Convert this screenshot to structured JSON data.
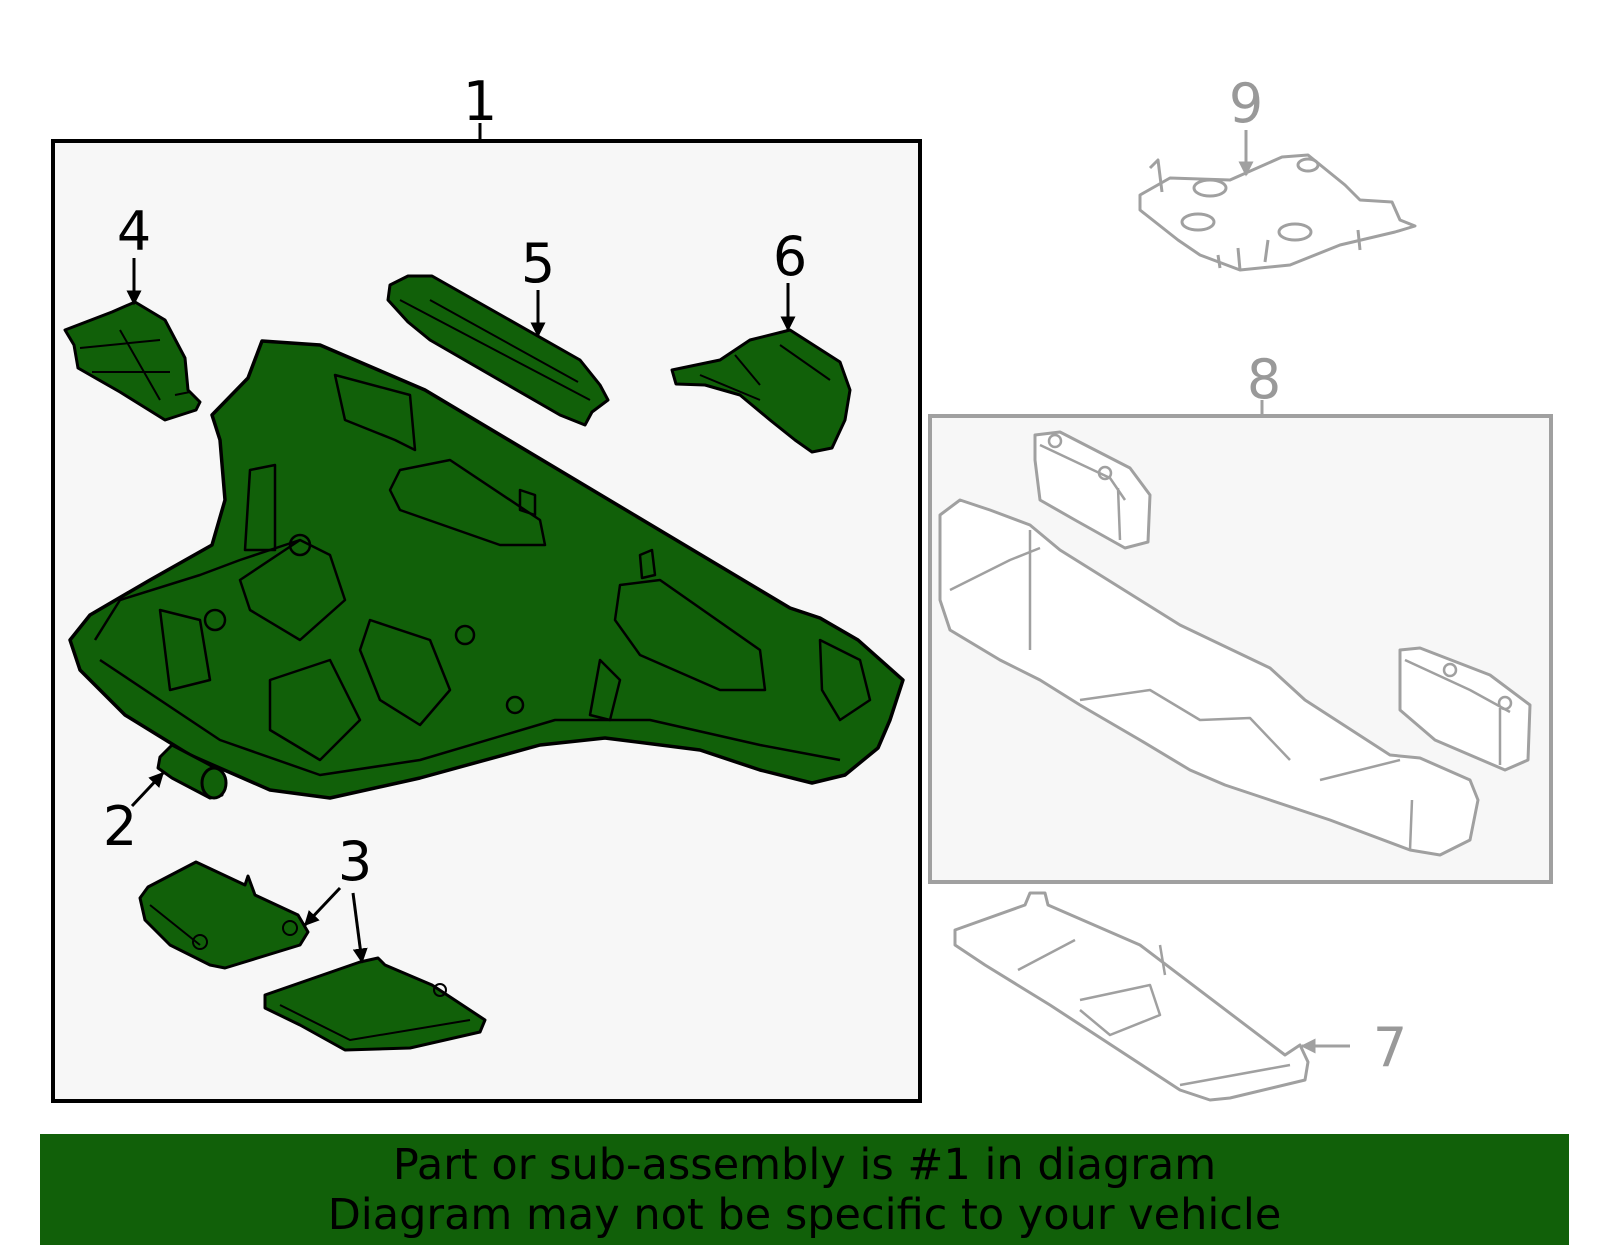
{
  "colors": {
    "highlight_part": "#116009",
    "outline_main": "#000000",
    "outline_reference": "#a0a0a0",
    "panel_background": "#f7f7f7",
    "banner_background": "#116009",
    "banner_text": "#000000"
  },
  "callouts": {
    "c1": "1",
    "c2": "2",
    "c3": "3",
    "c4": "4",
    "c5": "5",
    "c6": "6",
    "c7": "7",
    "c8": "8",
    "c9": "9"
  },
  "banner": {
    "line1": "Part or sub-assembly is #1 in diagram",
    "line2": "Diagram may not be specific to your vehicle"
  }
}
